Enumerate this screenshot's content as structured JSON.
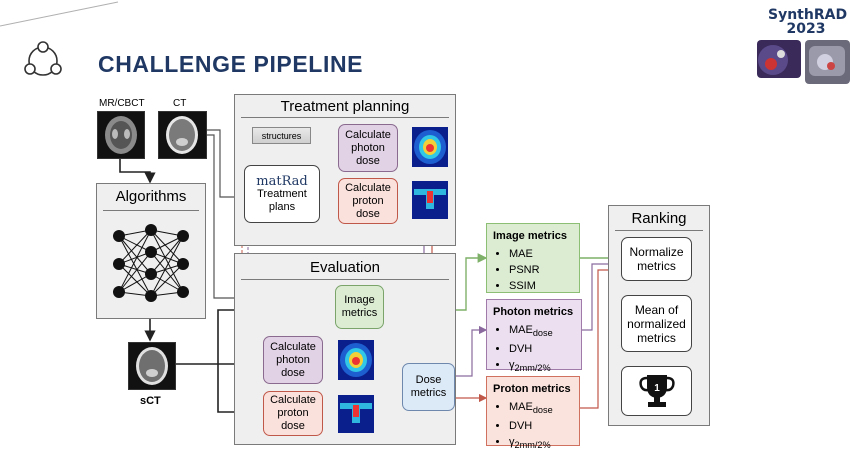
{
  "header": {
    "title": "CHALLENGE PIPELINE",
    "logo_line1": "SynthRAD",
    "logo_line2": "2023"
  },
  "inputs": {
    "mr_label": "MR/CBCT",
    "ct_label": "CT",
    "sct_label": "sCT"
  },
  "algorithms": {
    "title": "Algorithms"
  },
  "treatment_planning": {
    "title": "Treatment planning",
    "structures": "structures",
    "matrad_logo": "matRad",
    "plans_label": "Treatment plans",
    "photon_dose": "Calculate photon dose",
    "proton_dose": "Calculate proton dose"
  },
  "evaluation": {
    "title": "Evaluation",
    "image_metrics": "Image metrics",
    "photon_dose": "Calculate photon dose",
    "proton_dose": "Calculate proton dose",
    "dose_metrics": "Dose metrics"
  },
  "metrics": {
    "image": {
      "title": "Image metrics",
      "items": [
        "MAE",
        "PSNR",
        "SSIM"
      ]
    },
    "photon": {
      "title": "Photon metrics",
      "items": [
        {
          "base": "MAE",
          "sub": "dose"
        },
        {
          "base": "DVH",
          "sub": ""
        },
        {
          "base": "γ",
          "sub": "2mm/2%"
        }
      ]
    },
    "proton": {
      "title": "Proton metrics",
      "items": [
        {
          "base": "MAE",
          "sub": "dose"
        },
        {
          "base": "DVH",
          "sub": ""
        },
        {
          "base": "γ",
          "sub": "2mm/2%"
        }
      ]
    }
  },
  "ranking": {
    "title": "Ranking",
    "normalize": "Normalize metrics",
    "mean": "Mean of normalized metrics"
  },
  "colors": {
    "title": "#1f3864",
    "purple_arrow": "#8a6a9e",
    "red_arrow": "#c0584a",
    "green_arrow": "#7fb069"
  }
}
